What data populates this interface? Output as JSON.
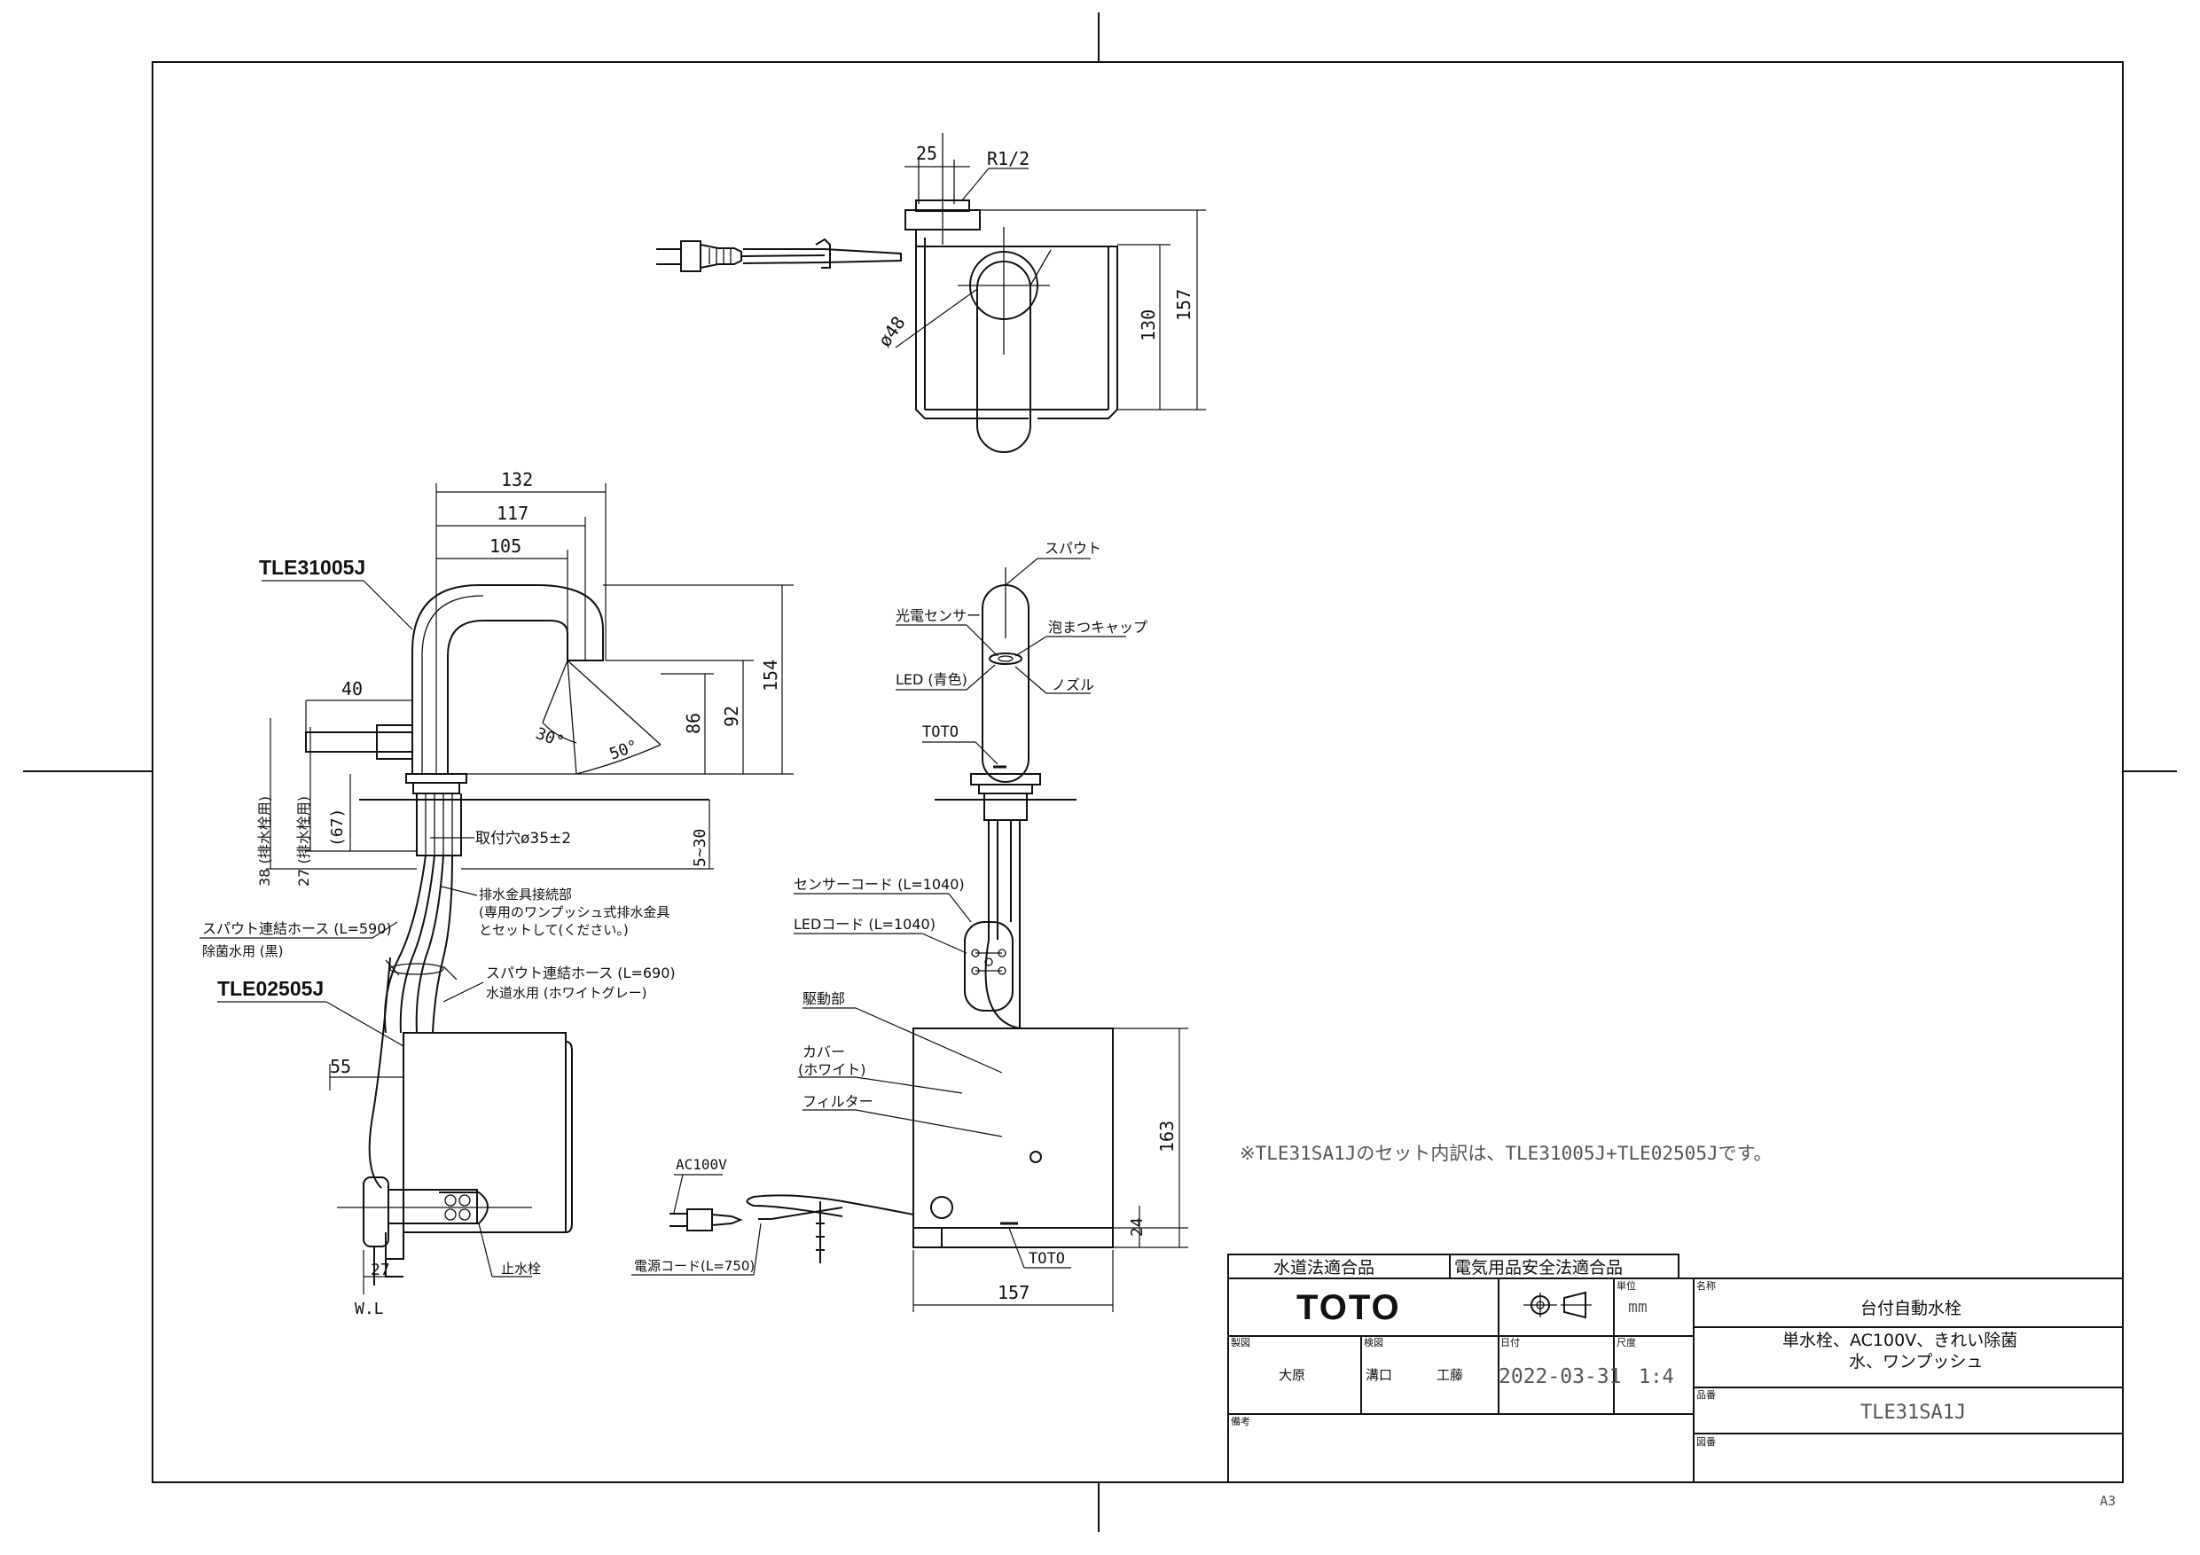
{
  "model_labels": {
    "faucet": "TLE31005J",
    "drive": "TLE02505J"
  },
  "top_view": {
    "dim_25": "25",
    "thread": "R1/2",
    "dia": "ø48",
    "dim_130": "130",
    "dim_157": "157"
  },
  "side_view": {
    "dim_132": "132",
    "dim_117": "117",
    "dim_105": "105",
    "dim_40": "40",
    "dim_154": "154",
    "dim_92": "92",
    "dim_86": "86",
    "angle_30": "30°",
    "angle_50": "50°",
    "dim_67": "(67)",
    "dim_38": "38 (排水栓用)",
    "dim_27": "27 (排水栓用)",
    "mount_hole": "取付穴ø35±2",
    "dim_5_30": "5~30",
    "drain_conn_1": "排水金具接続部",
    "drain_conn_2": "(専用のワンプッシュ式排水金具",
    "drain_conn_3": "とセットして(ください。)",
    "hose_590_1": "スパウト連結ホース (L=590)",
    "hose_590_2": "除菌水用 (黒)",
    "hose_690_1": "スパウト連結ホース (L=690)",
    "hose_690_2": "水道水用 (ホワイトグレー)",
    "dim_55": "55",
    "dim_27b": "27",
    "wl": "W.L",
    "stop_valve": "止水栓"
  },
  "front_view": {
    "spout": "スパウト",
    "sensor": "光電センサー",
    "aerator": "泡まつキャップ",
    "led": "LED (青色)",
    "nozzle": "ノズル",
    "toto_mark": "TOTO",
    "sensor_cord": "センサーコード (L=1040)",
    "led_cord": "LEDコード (L=1040)",
    "drive": "駆動部",
    "cover_1": "カバー",
    "cover_2": "(ホワイト)",
    "filter": "フィルター",
    "ac100v": "AC100V",
    "power_cord": "電源コード(L=750)",
    "toto_bottom": "TOTO",
    "dim_157": "157",
    "dim_163": "163",
    "dim_24": "24"
  },
  "note": "※TLE31SA1Jのセット内訳は、TLE31005J+TLE02505Jです。",
  "title_block": {
    "cert_water": "水道法適合品",
    "cert_elec": "電気用品安全法適合品",
    "brand": "TOTO",
    "unit_label": "単位",
    "unit_value": "mm",
    "name_label": "名称",
    "name_value": "台付自動水栓",
    "desc_line1": "単水栓、AC100V、きれい除菌",
    "desc_line2": "水、ワンプッシュ",
    "drafter_label": "製図",
    "drafter_value": "大原",
    "checker_label": "検図",
    "checker_value_1": "溝口",
    "checker_value_2": "工藤",
    "date_label": "日付",
    "date_value": "2022-03-31",
    "scale_label": "尺度",
    "scale_value": "1:4",
    "product_label": "品番",
    "product_value": "TLE31SA1J",
    "remarks_label": "備考",
    "drawing_no_label": "図番",
    "sheet_size": "A3"
  }
}
